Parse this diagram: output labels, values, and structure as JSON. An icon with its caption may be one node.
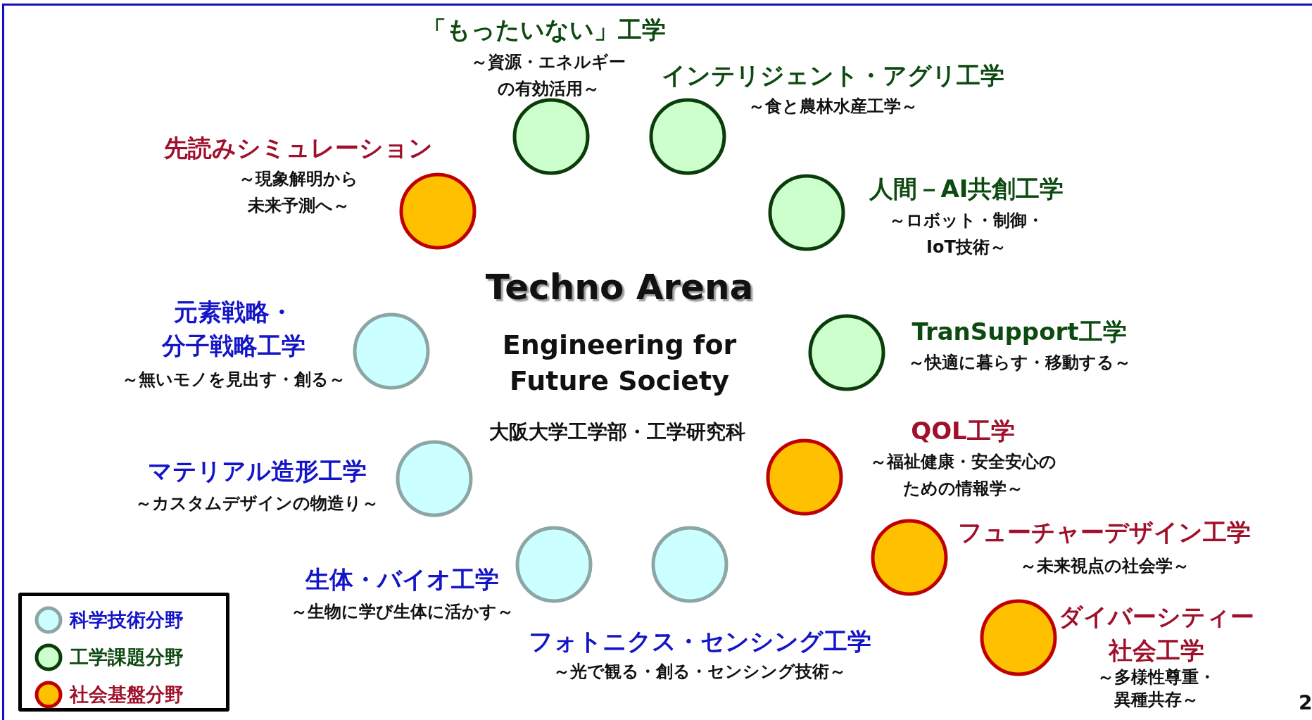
{
  "diagram": {
    "title": "Techno Arena",
    "nodes": [
      {
        "text": [],
        "shape": "circle",
        "beside": [
          "「もったいない」工学",
          "～資源・エネルギーの有効活用～"
        ]
      },
      {
        "text": [],
        "shape": "circle",
        "beside": [
          "インテリジェント・アグリ工学",
          "～食と農林水産工学～"
        ]
      },
      {
        "text": [],
        "shape": "circle",
        "beside": [
          "先読みシミュレーション",
          "～現象解明から未来予測へ～"
        ]
      },
      {
        "text": [],
        "shape": "circle",
        "beside": [
          "人間－AI共創工学",
          "～ロボット・制御・IoT技術～"
        ]
      },
      {
        "text": [],
        "shape": "circle",
        "beside": [
          "元素戦略・分子戦略工学",
          "～無いモノを見出す・創る～"
        ]
      },
      {
        "text": [],
        "shape": "circle",
        "beside": [
          "TranSupport工学",
          "～快適に暮らす・移動する～"
        ]
      },
      {
        "text": [],
        "shape": "circle",
        "beside": [
          "マテリアル造形工学",
          "～カスタムデザインの物造り～"
        ]
      },
      {
        "text": [],
        "shape": "circle",
        "beside": [
          "QOL工学",
          "～福祉健康・安全安心のための情報学～"
        ]
      },
      {
        "text": [],
        "shape": "circle",
        "beside": [
          "生体・バイオ工学",
          "～生物に学び生体に活かす～"
        ]
      },
      {
        "text": [],
        "shape": "circle",
        "beside": [
          "フォトニクス・センシング工学",
          "～光で観る・創る・センシング技術～"
        ]
      },
      {
        "text": [],
        "shape": "circle",
        "beside": [
          "フューチャーデザイン工学",
          "～未来視点の社会学～"
        ]
      },
      {
        "text": [],
        "shape": "circle",
        "beside": [
          "ダイバーシティー社会工学",
          "～多様性尊重・異種共存～"
        ]
      }
    ],
    "labels": [
      "Engineering for Future Society",
      "大阪大学工学部・工学研究科",
      "2"
    ],
    "legend": [
      {
        "text": "科学技術分野",
        "color": "#ccffff"
      },
      {
        "text": "工学課題分野",
        "color": "#ccffcc"
      },
      {
        "text": "社会基盤分野",
        "color": "#ffc000"
      }
    ]
  }
}
